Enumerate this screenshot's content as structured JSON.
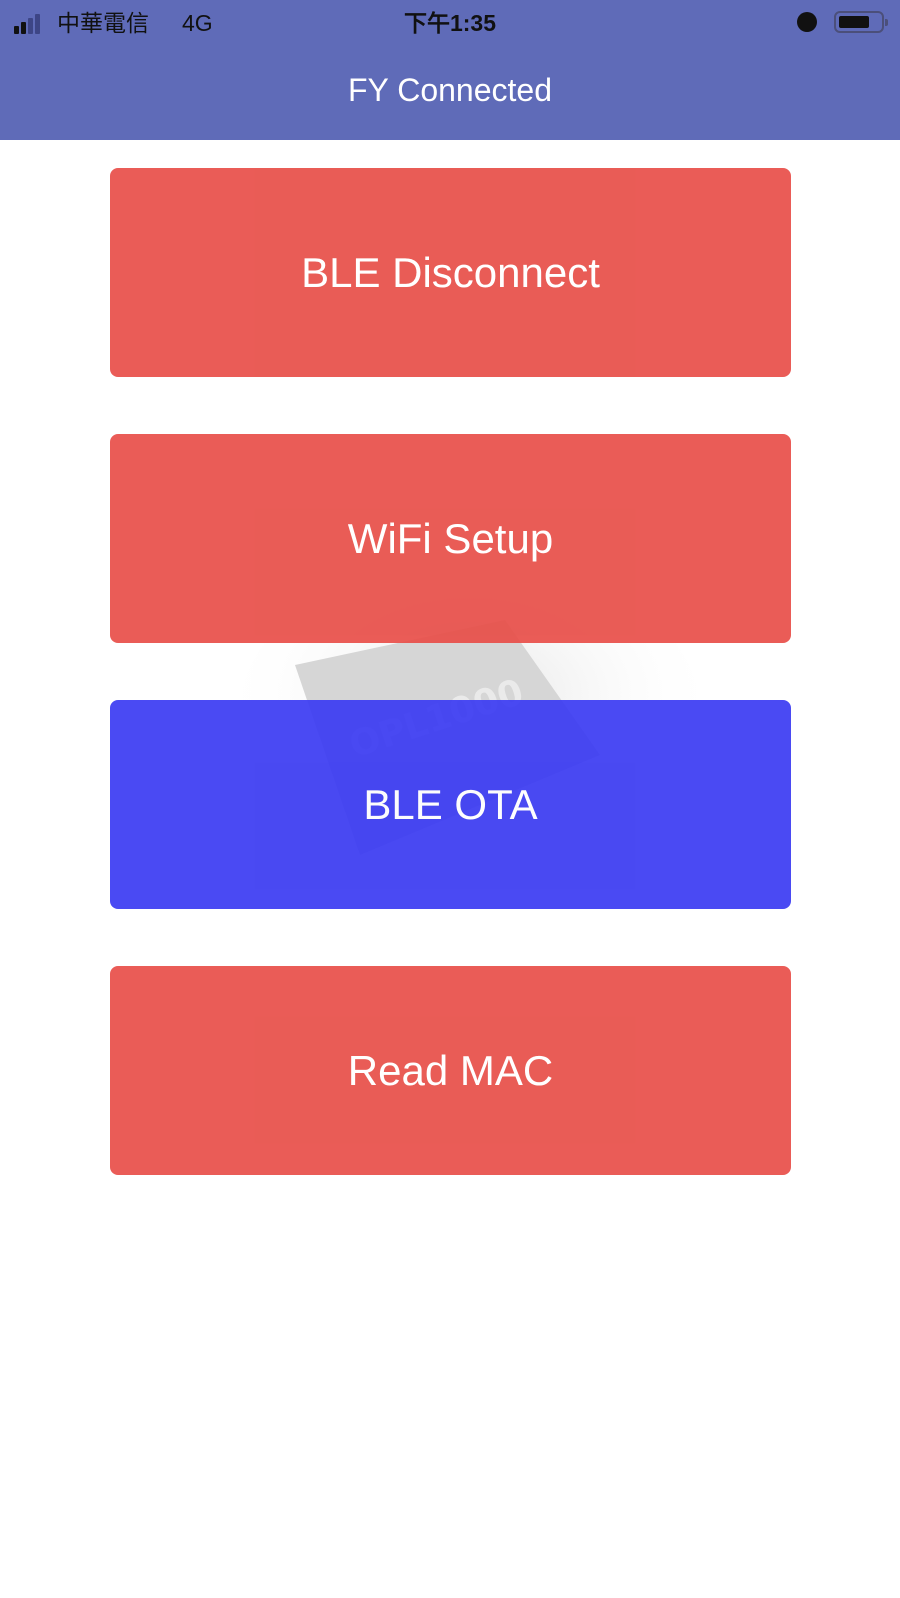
{
  "status_bar": {
    "carrier": "中華電信",
    "network": "4G",
    "time": "下午1:35",
    "icons": [
      "signal-icon",
      "alarm-icon",
      "battery-icon"
    ],
    "battery_level": 0.75
  },
  "header": {
    "title": "FY Connected",
    "color": "#5f6bb8"
  },
  "watermark": {
    "text": "OPL1000"
  },
  "buttons": [
    {
      "label": "BLE Disconnect",
      "color": "#e85a54"
    },
    {
      "label": "WiFi Setup",
      "color": "#e85a54"
    },
    {
      "label": "BLE OTA",
      "color": "#4a4af0"
    },
    {
      "label": "Read MAC",
      "color": "#e85a54"
    }
  ]
}
